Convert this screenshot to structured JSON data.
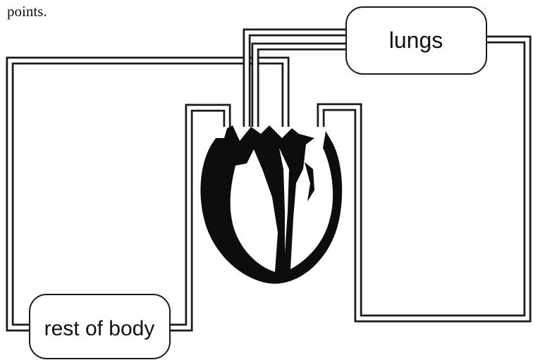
{
  "caption": "points.",
  "organs": {
    "lungs_label": "lungs",
    "body_label": "rest of body"
  },
  "colors": {
    "ink": "#111111",
    "background": "#ffffff"
  }
}
